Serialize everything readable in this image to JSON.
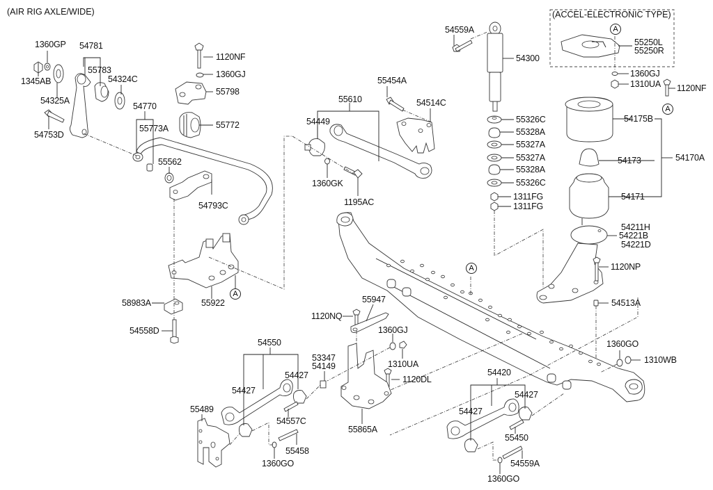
{
  "title": "(AIR RIG AXLE/WIDE)",
  "inset": {
    "title": "(ACCEL-ELECTRONIC TYPE)"
  },
  "ref_marker": "A",
  "labels": {
    "p1360GP": "1360GP",
    "p54781": "54781",
    "p1345AB": "1345AB",
    "p55783": "55783",
    "p54324C": "54324C",
    "p54325A": "54325A",
    "p54753D": "54753D",
    "p54770": "54770",
    "p55773A": "55773A",
    "p1120NF_a": "1120NF",
    "p1360GJ_a": "1360GJ",
    "p55798": "55798",
    "p55772": "55772",
    "p55562": "55562",
    "p54793C": "54793C",
    "p55922": "55922",
    "p58983A": "58983A",
    "p54558D": "54558D",
    "p55610": "55610",
    "p54449": "54449",
    "p55454A": "55454A",
    "p54514C": "54514C",
    "p1360GK": "1360GK",
    "p1195AC": "1195AC",
    "p54559A_a": "54559A",
    "p54300": "54300",
    "p55326C_a": "55326C",
    "p55328A_a": "55328A",
    "p55327A_a": "55327A",
    "p55327A_b": "55327A",
    "p55328A_b": "55328A",
    "p55326C_b": "55326C",
    "p1311FG_a": "1311FG",
    "p1311FG_b": "1311FG",
    "p55250L": "55250L",
    "p55250R": "55250R",
    "p1360GJ_b": "1360GJ",
    "p1310UA_a": "1310UA",
    "p1120NF_b": "1120NF",
    "p54175B": "54175B",
    "p54173": "54173",
    "p54170A": "54170A",
    "p54171": "54171",
    "p54211H": "54211H",
    "p54221B": "54221B",
    "p54221D": "54221D",
    "p1120NP": "1120NP",
    "p54513A": "54513A",
    "p1360GO_a": "1360GO",
    "p1310WB": "1310WB",
    "p1120NQ": "1120NQ",
    "p55947": "55947",
    "p1360GJ_c": "1360GJ",
    "p1310UA_b": "1310UA",
    "p53347": "53347",
    "p54149": "54149",
    "p1120DL": "1120DL",
    "p55865A": "55865A",
    "p54550": "54550",
    "p54427_a": "54427",
    "p54427_b": "54427",
    "p55489": "55489",
    "p54557C": "54557C",
    "p55458": "55458",
    "p1360GO_b": "1360GO",
    "p54420": "54420",
    "p54427_c": "54427",
    "p54427_d": "54427",
    "p55450": "55450",
    "p54559A_b": "54559A",
    "p1360GO_c": "1360GO"
  }
}
